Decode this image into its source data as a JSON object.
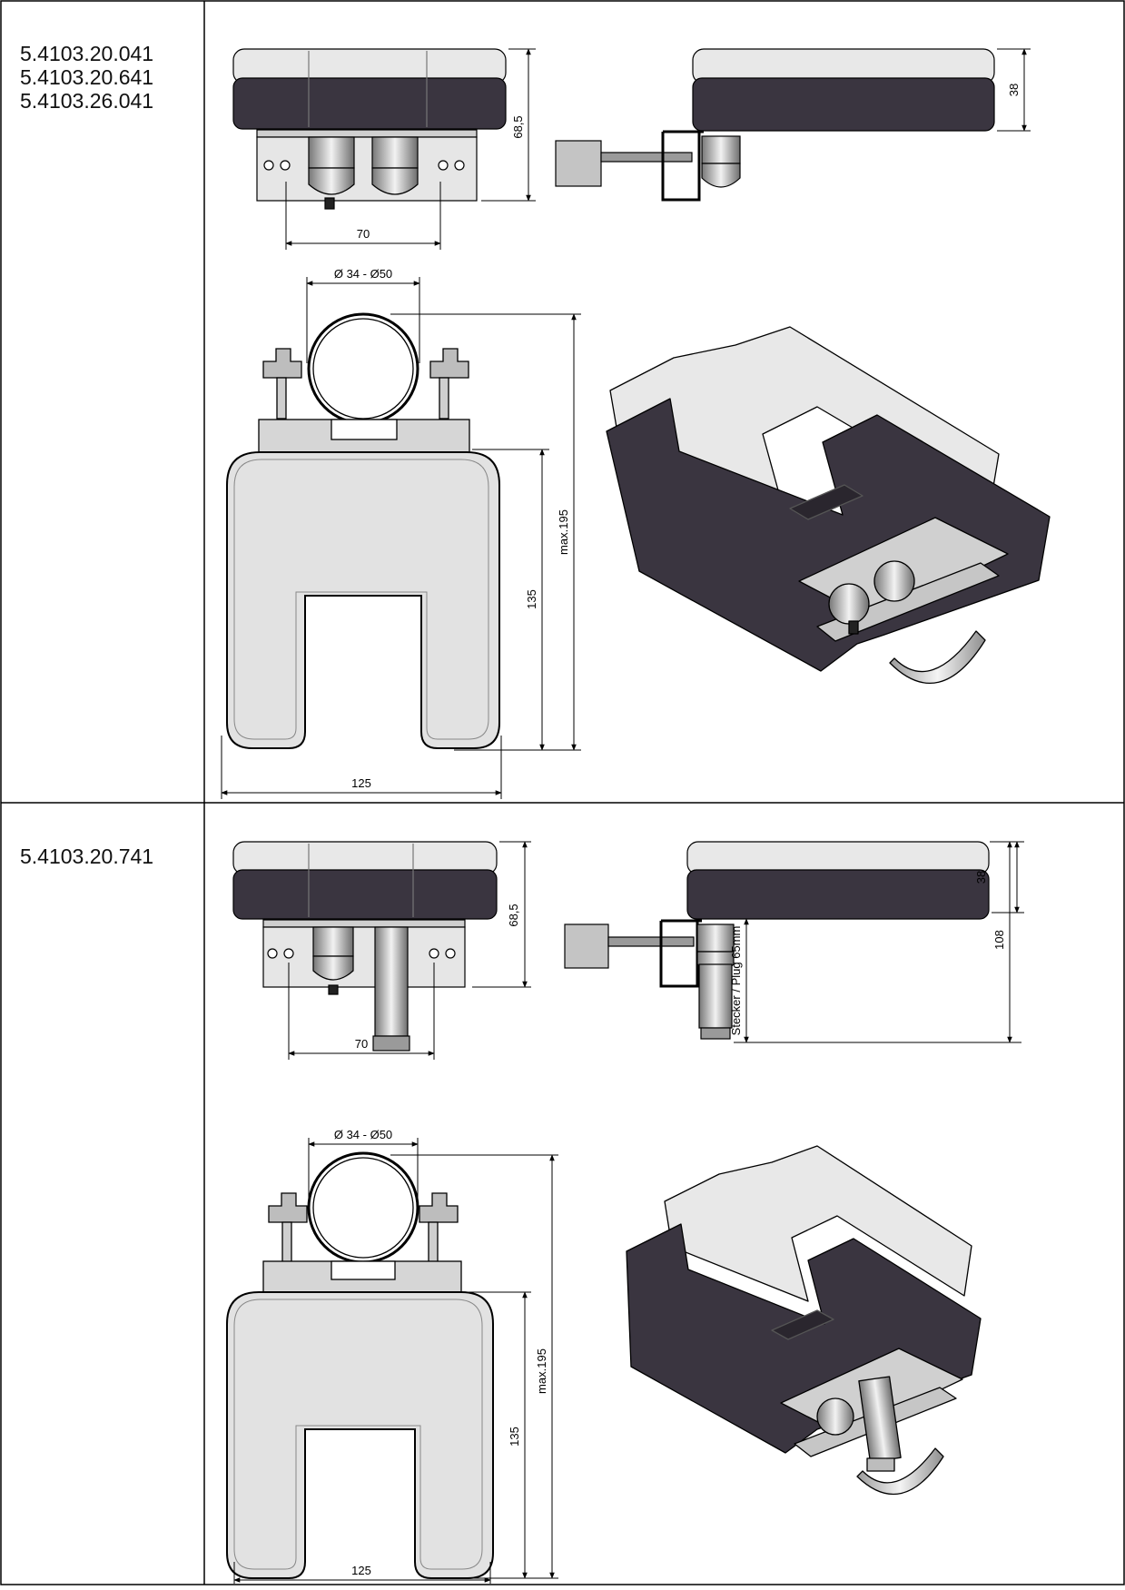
{
  "rows": [
    {
      "models": [
        "5.4103.20.041",
        "5.4103.20.641",
        "5.4103.26.041"
      ],
      "dimensions": {
        "width_mounting": "70",
        "height_overall": "68,5",
        "height_housing": "38",
        "pipe_diameter": "Ø 34 - Ø50",
        "height_max": "max.195",
        "height_body": "135",
        "width_body": "125"
      }
    },
    {
      "models": [
        "5.4103.20.741"
      ],
      "dimensions": {
        "width_mounting": "70",
        "height_overall": "68,5",
        "height_housing": "38",
        "height_with_plug": "108",
        "plug_note": "Stecker / Plug 65mm",
        "pipe_diameter": "Ø 34 - Ø50",
        "height_max": "max.195",
        "height_body": "135",
        "width_body": "125"
      }
    }
  ],
  "colors": {
    "housing_dark": "#3a3540",
    "housing_light": "#e8e8e8",
    "body_light": "#e2e2e2",
    "metal": "#c9c9c9",
    "line": "#000000"
  }
}
